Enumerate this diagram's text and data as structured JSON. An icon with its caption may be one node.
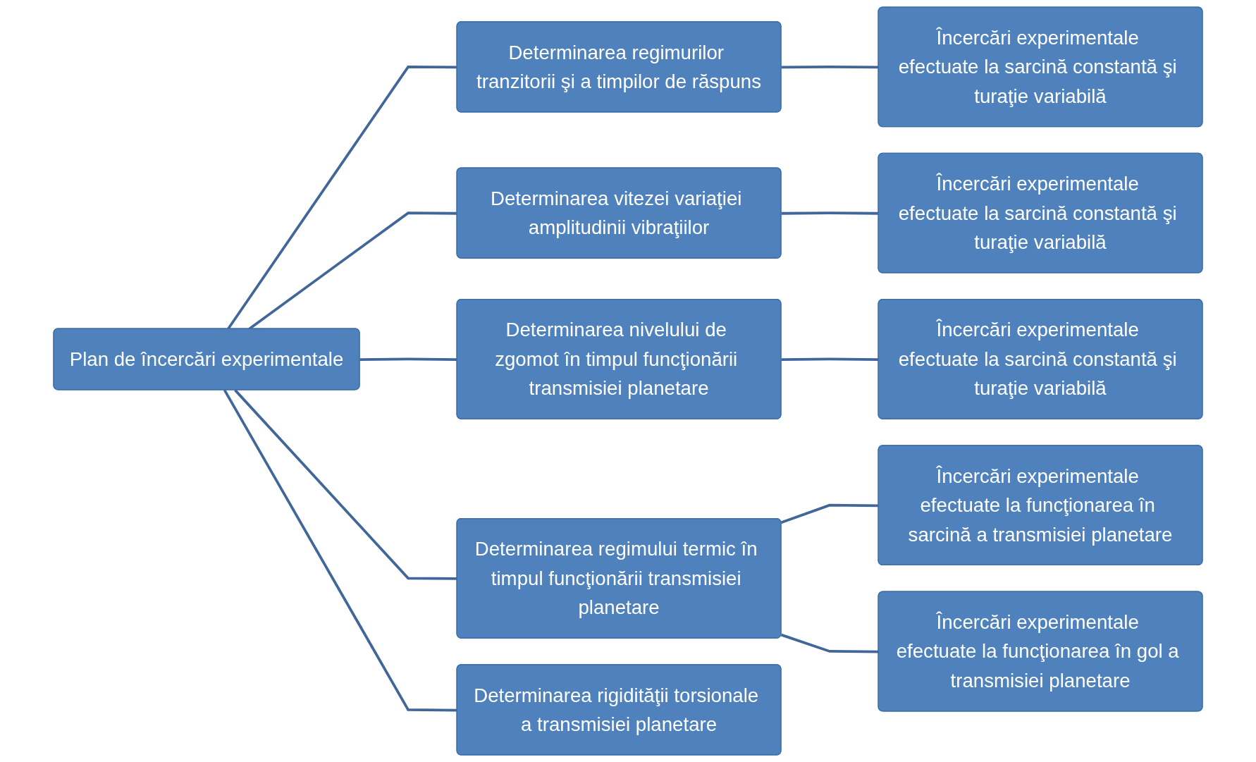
{
  "diagram": {
    "nodes": [
      {
        "text": [
          "Plan de încercări experimentale"
        ]
      },
      {
        "text": [
          "Determinarea regimurilor tranzitorii şi a timpilor de răspuns"
        ]
      },
      {
        "text": [
          "Încercări experimentale efectuate la sarcină constantă şi turaţie variabilă"
        ]
      },
      {
        "text": [
          "Determinarea vitezei variaţiei amplitudinii vibraţiilor"
        ]
      },
      {
        "text": [
          "Încercări experimentale efectuate la sarcină constantă şi turaţie variabilă"
        ]
      },
      {
        "text": [
          "Determinarea nivelului de zgomot în timpul funcţionării transmisiei planetare"
        ]
      },
      {
        "text": [
          "Încercări experimentale efectuate la sarcină constantă şi turaţie variabilă"
        ]
      },
      {
        "text": [
          "Determinarea regimului termic în timpul funcţionării transmisiei planetare"
        ]
      },
      {
        "text": [
          "Încercări experimentale efectuate la funcţionarea în sarcină a transmisiei planetare"
        ]
      },
      {
        "text": [
          "Încercări experimentale efectuate la funcţionarea în gol a transmisiei planetare"
        ]
      },
      {
        "text": [
          "Determinarea rigidităţii torsionale a transmisiei planetare"
        ]
      }
    ],
    "edges": [
      {
        "from": 0,
        "to": 1,
        "arrow": "none"
      },
      {
        "from": 0,
        "to": 3,
        "arrow": "none"
      },
      {
        "from": 0,
        "to": 5,
        "arrow": "none"
      },
      {
        "from": 0,
        "to": 7,
        "arrow": "none"
      },
      {
        "from": 0,
        "to": 10,
        "arrow": "none"
      },
      {
        "from": 1,
        "to": 2,
        "arrow": "none"
      },
      {
        "from": 3,
        "to": 4,
        "arrow": "none"
      },
      {
        "from": 5,
        "to": 6,
        "arrow": "none"
      },
      {
        "from": 7,
        "to": 8,
        "arrow": "none"
      },
      {
        "from": 7,
        "to": 9,
        "arrow": "none"
      }
    ]
  }
}
